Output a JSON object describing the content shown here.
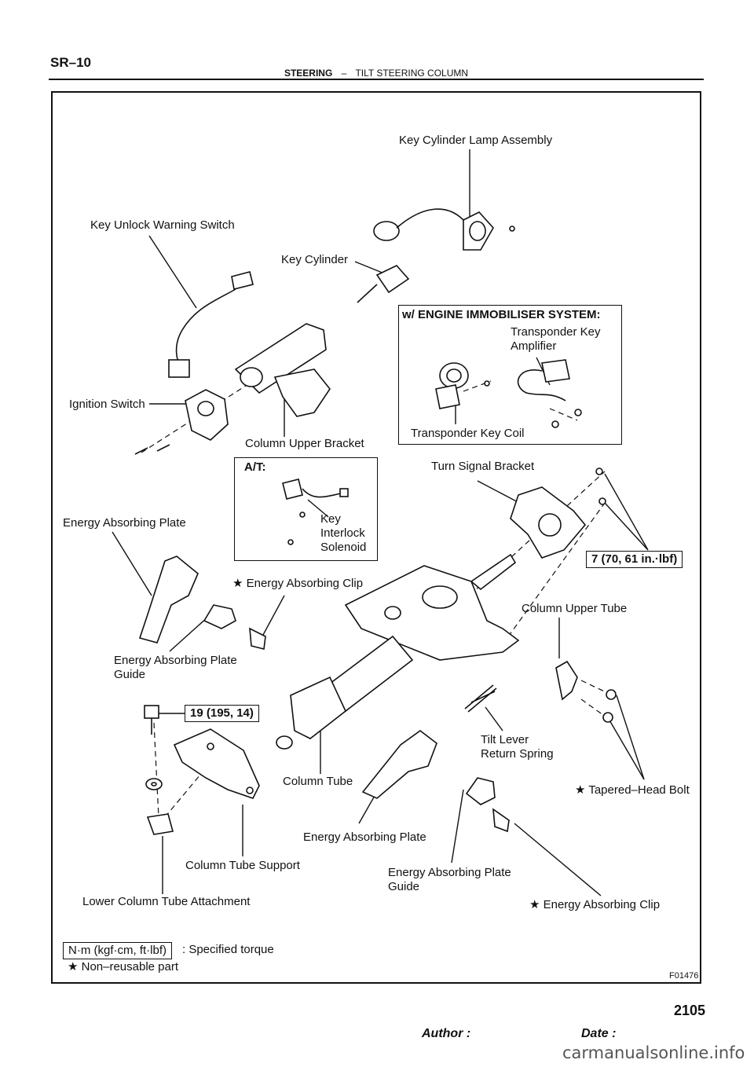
{
  "header": {
    "code": "SR–10",
    "section": "STEERING",
    "dash": "–",
    "subtitle": "TILT STEERING COLUMN"
  },
  "labels": {
    "key_cylinder_lamp": "Key Cylinder Lamp Assembly",
    "key_unlock_switch": "Key Unlock Warning Switch",
    "key_cylinder": "Key Cylinder",
    "ignition_switch": "Ignition Switch",
    "column_upper_bracket": "Column Upper Bracket",
    "turn_signal_bracket": "Turn Signal Bracket",
    "energy_absorbing_plate_1": "Energy Absorbing Plate",
    "energy_absorbing_clip_1": "★ Energy Absorbing Clip",
    "column_upper_tube": "Column Upper Tube",
    "ea_plate_guide_1": "Energy Absorbing Plate\nGuide",
    "tilt_lever_spring": "Tilt Lever\nReturn Spring",
    "column_tube": "Column Tube",
    "tapered_head_bolt": "★ Tapered–Head Bolt",
    "energy_absorbing_plate_2": "Energy Absorbing Plate",
    "column_tube_support": "Column Tube Support",
    "ea_plate_guide_2": "Energy Absorbing Plate\nGuide",
    "lower_attachment": "Lower Column Tube Attachment",
    "energy_absorbing_clip_2": "★ Energy Absorbing Clip"
  },
  "insets": {
    "immobiliser": {
      "title": "w/ ENGINE IMMOBILISER SYSTEM:",
      "amplifier": "Transponder Key\nAmplifier",
      "coil": "Transponder Key Coil"
    },
    "at": {
      "title": "A/T:",
      "solenoid": "Key\nInterlock\nSolenoid"
    }
  },
  "torques": {
    "turn_signal": "7 (70, 61 in.·lbf)",
    "support": "19 (195, 14)"
  },
  "legend": {
    "torque_box": "N·m (kgf·cm, ft·lbf)",
    "torque_text": ": Specified torque",
    "nonreusable": "★ Non–reusable part"
  },
  "figure_code": "F01476",
  "footer": {
    "author": "Author :",
    "date": "Date :",
    "page": "2105"
  },
  "watermark": "carmanualsonline.info"
}
